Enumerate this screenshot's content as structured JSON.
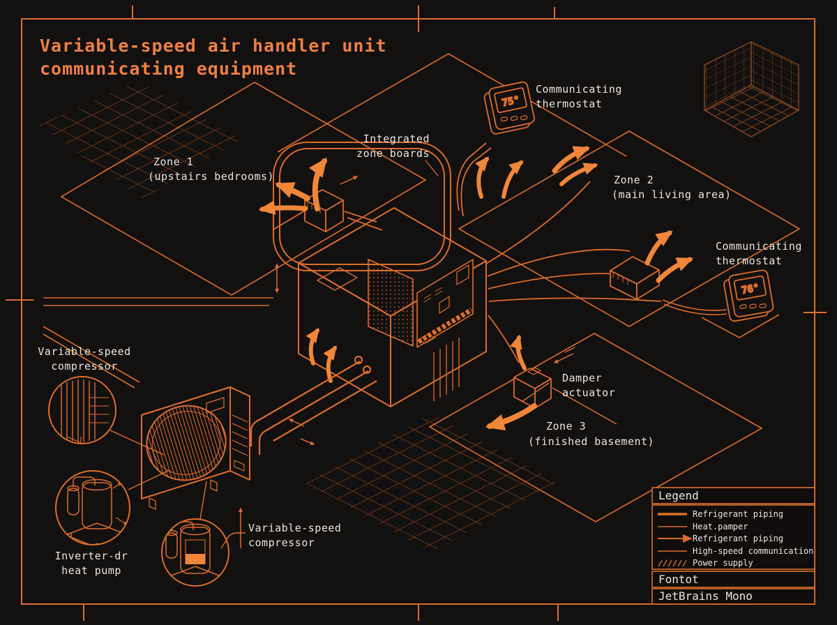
{
  "title": {
    "line1": "Variable-speed air handler unit",
    "line2": "communicating equipment"
  },
  "labels": {
    "zone1": [
      "Zone 1",
      "(upstairs bedrooms)"
    ],
    "zone2": [
      "Zone 2",
      "(main living area)"
    ],
    "zone3": [
      "Zone 3",
      "(finished basement)"
    ],
    "thermostat_top": [
      "Communicating",
      "thermostat"
    ],
    "thermostat_right": [
      "Communicating",
      "thermostat"
    ],
    "zone_boards": [
      "Integrated",
      "zone boards"
    ],
    "damper_actuator": [
      "Damper",
      "actuator"
    ],
    "compressor_left": [
      "Variable-speed",
      "compressor"
    ],
    "compressor_bottom": [
      "Variable-speed",
      "compressor"
    ],
    "heat_pump": [
      "Inverter-dr",
      "heat pump"
    ]
  },
  "thermostats": {
    "top_reading": "75°",
    "right_reading": "76°"
  },
  "legend": {
    "title": "Legend",
    "items": [
      {
        "swatch": "thick-line",
        "label": "Refrigerant piping"
      },
      {
        "swatch": "thin-line",
        "label": "Heat.pamper"
      },
      {
        "swatch": "arrow-line",
        "label": "Refrigerant piping"
      },
      {
        "swatch": "thin-line",
        "label": "High-speed communication"
      },
      {
        "swatch": "hatch",
        "label": "Power supply"
      }
    ],
    "footer_rows": [
      {
        "label": "Fontot"
      },
      {
        "label": "JetBrains Mono"
      }
    ]
  },
  "colors": {
    "background": "#131010",
    "line": "#dc6e2c",
    "bright": "#f0863a",
    "faint_grid": "#5f3418",
    "text": "#e9e6e1",
    "title": "#ee8043"
  }
}
